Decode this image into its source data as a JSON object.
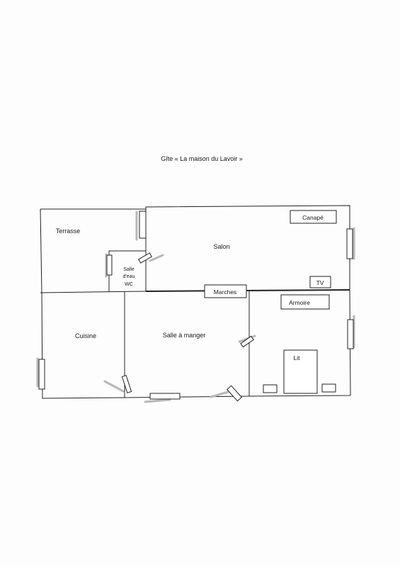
{
  "title": "Gîte « La maison du Lavoir »",
  "rooms": {
    "terrasse": "Terrasse",
    "salon": "Salon",
    "salle_deau_line1": "Salle",
    "salle_deau_line2": "d'eau",
    "salle_deau_line3": "WC",
    "cuisine": "Cuisine",
    "salle_a_manger": "Salle à manger"
  },
  "furniture": {
    "canape": "Canapé",
    "tv": "TV",
    "marches": "Marches",
    "armoire": "Armoire",
    "lit": "Lit"
  },
  "colors": {
    "wall": "#222222",
    "shadow": "#b8b8b8"
  }
}
